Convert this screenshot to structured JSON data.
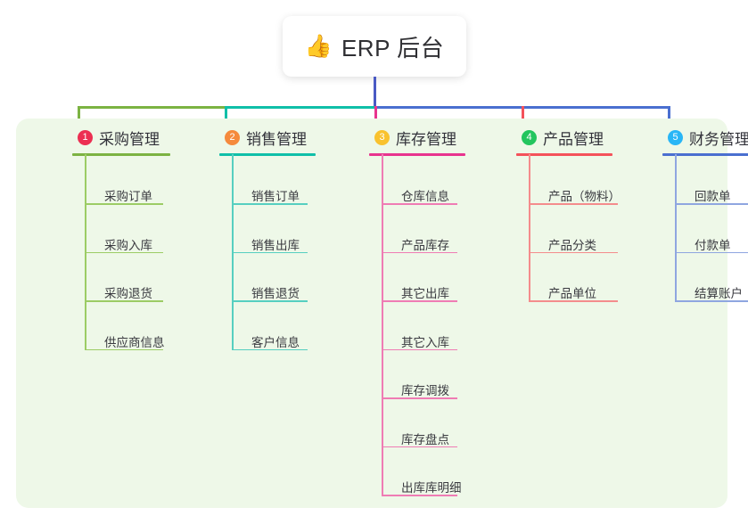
{
  "root": {
    "icon": "thumbs-up-icon",
    "emoji": "👍",
    "title": "ERP 后台"
  },
  "palette": {
    "canvas_bg": "#ffffff",
    "panel_bg": "#eef8e8",
    "root_box_bg": "#ffffff",
    "root_text": "#2f2f33",
    "trunk": "#4a5ac4"
  },
  "columns": [
    {
      "index": "1",
      "title": "采购管理",
      "badge_color": "#ec2f52",
      "line_color": "#7cb342",
      "leaf_line_color": "#9ccc65",
      "items": [
        {
          "label": "采购订单"
        },
        {
          "label": "采购入库"
        },
        {
          "label": "采购退货"
        },
        {
          "label": "供应商信息"
        }
      ]
    },
    {
      "index": "2",
      "title": "销售管理",
      "badge_color": "#f58a3c",
      "line_color": "#0fbfa8",
      "leaf_line_color": "#56cfc0",
      "items": [
        {
          "label": "销售订单"
        },
        {
          "label": "销售出库"
        },
        {
          "label": "销售退货"
        },
        {
          "label": "客户信息"
        }
      ]
    },
    {
      "index": "3",
      "title": "库存管理",
      "badge_color": "#f9c22e",
      "line_color": "#e8338e",
      "leaf_line_color": "#ef7cb4",
      "items": [
        {
          "label": "仓库信息"
        },
        {
          "label": "产品库存"
        },
        {
          "label": "其它出库"
        },
        {
          "label": "其它入库"
        },
        {
          "label": "库存调拨"
        },
        {
          "label": "库存盘点"
        },
        {
          "label": "出库库明细"
        }
      ]
    },
    {
      "index": "4",
      "title": "产品管理",
      "badge_color": "#23c55e",
      "line_color": "#f4525a",
      "leaf_line_color": "#f48c8c",
      "items": [
        {
          "label": "产品（物料）"
        },
        {
          "label": "产品分类"
        },
        {
          "label": "产品单位"
        }
      ]
    },
    {
      "index": "5",
      "title": "财务管理",
      "badge_color": "#29b6f6",
      "line_color": "#4a6fd0",
      "leaf_line_color": "#8fa6e0",
      "items": [
        {
          "label": "回款单"
        },
        {
          "label": "付款单"
        },
        {
          "label": "结算账户"
        }
      ]
    }
  ]
}
